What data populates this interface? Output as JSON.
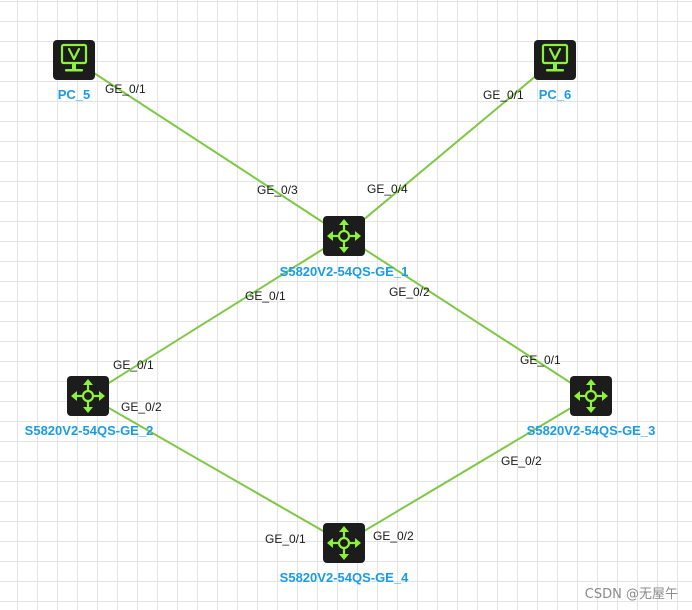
{
  "colors": {
    "link": "#7dc843",
    "device_label": "#1a9be6",
    "port_label": "#1a1a1a",
    "icon_body": "#1c1c1c",
    "icon_glyph": "#8ef13c"
  },
  "nodes": [
    {
      "id": "pc5",
      "label": "PC_5",
      "type": "pc",
      "icon": "monitor-icon"
    },
    {
      "id": "pc6",
      "label": "PC_6",
      "type": "pc",
      "icon": "monitor-icon"
    },
    {
      "id": "sw1",
      "label": "S5820V2-54QS-GE_1",
      "type": "switch",
      "icon": "switch-icon"
    },
    {
      "id": "sw2",
      "label": "S5820V2-54QS-GE_2",
      "type": "switch",
      "icon": "switch-icon"
    },
    {
      "id": "sw3",
      "label": "S5820V2-54QS-GE_3",
      "type": "switch",
      "icon": "switch-icon"
    },
    {
      "id": "sw4",
      "label": "S5820V2-54QS-GE_4",
      "type": "switch",
      "icon": "switch-icon"
    }
  ],
  "links": [
    {
      "from": "pc5",
      "to": "sw1",
      "from_port": "GE_0/1",
      "to_port": "GE_0/3"
    },
    {
      "from": "pc6",
      "to": "sw1",
      "from_port": "GE_0/1",
      "to_port": "GE_0/4"
    },
    {
      "from": "sw1",
      "to": "sw2",
      "from_port": "GE_0/1",
      "to_port": "GE_0/1"
    },
    {
      "from": "sw1",
      "to": "sw3",
      "from_port": "GE_0/2",
      "to_port": "GE_0/1"
    },
    {
      "from": "sw2",
      "to": "sw4",
      "from_port": "GE_0/2",
      "to_port": "GE_0/1"
    },
    {
      "from": "sw3",
      "to": "sw4",
      "from_port": "GE_0/2",
      "to_port": "GE_0/2"
    }
  ],
  "watermark": "CSDN @无屋午"
}
